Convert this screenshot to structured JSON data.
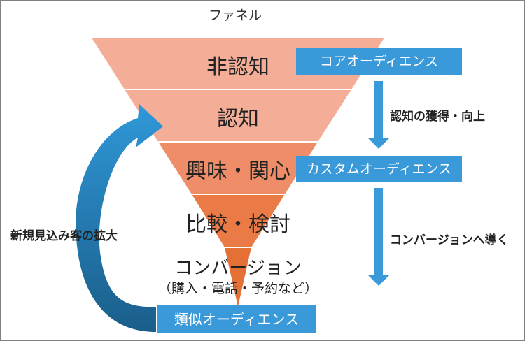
{
  "title": "ファネル",
  "stages": [
    {
      "label": "非認知",
      "color": "#f4ae98"
    },
    {
      "label": "認知",
      "color": "#f4ae98"
    },
    {
      "label": "興味・関心",
      "color": "#ee8d68"
    },
    {
      "label": "比較・検討",
      "color": "#ea7a46"
    },
    {
      "label": "コンバージョン",
      "sub": "（購入・電話・予約など）",
      "color": "#e57036"
    }
  ],
  "audiences": {
    "core": "コアオーディエンス",
    "custom": "カスタムオーディエンス",
    "similar": "類似オーディエンス"
  },
  "flows": {
    "awareness": "認知の獲得・向上",
    "conversion": "コンバージョンへ導く",
    "expansion": "新規見込み客の拡大"
  },
  "colors": {
    "box_blue": "#3a9ad9",
    "arrow_blue": "#3a9ad9",
    "curve_light": "#2f98d8",
    "curve_dark": "#1a5e8a"
  }
}
